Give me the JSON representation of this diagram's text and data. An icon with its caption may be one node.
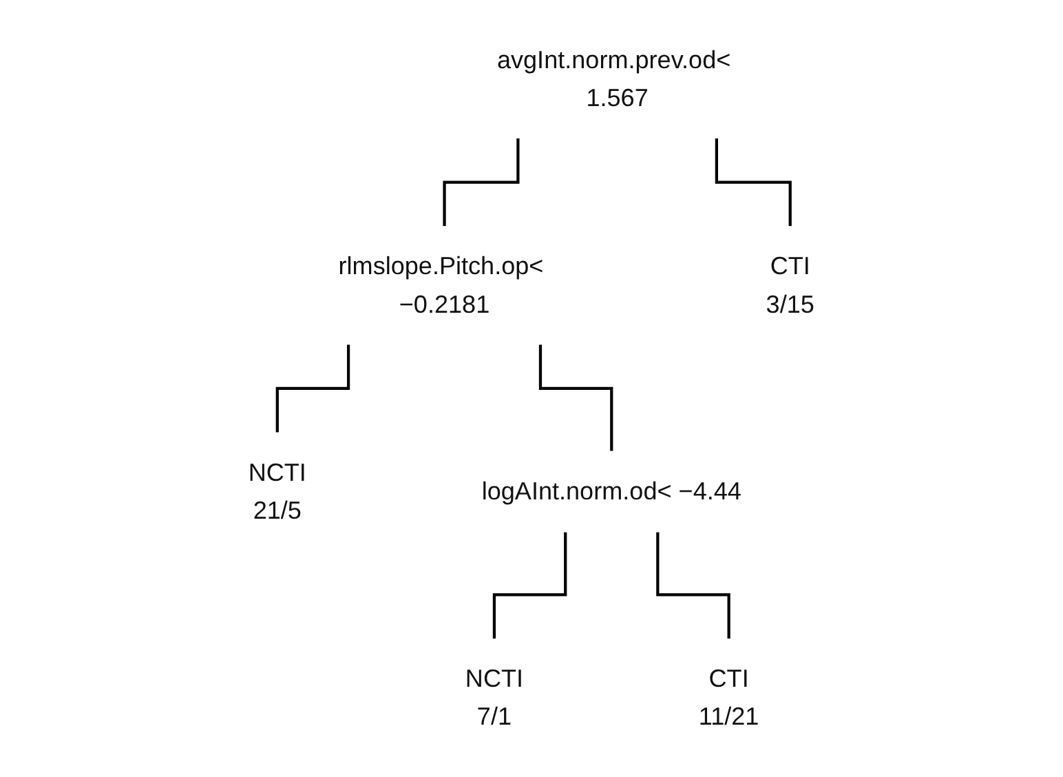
{
  "diagram": {
    "nodes": [
      {
        "text": [
          "avgInt.norm.prev.od< 1.567"
        ]
      },
      {
        "text": [
          "rlmslope.Pitch.op< −0.2181"
        ]
      },
      {
        "text": [
          "CTI",
          "3/15"
        ]
      },
      {
        "text": [
          "NCTI",
          "21/5"
        ]
      },
      {
        "text": [
          "logAInt.norm.od< −4.44"
        ]
      },
      {
        "text": [
          "NCTI",
          "7/1"
        ]
      },
      {
        "text": [
          "CTI",
          "11/21"
        ]
      }
    ],
    "edges": [
      {
        "from": 0,
        "to": 1,
        "arrow": "none"
      },
      {
        "from": 0,
        "to": 2,
        "arrow": "none"
      },
      {
        "from": 1,
        "to": 3,
        "arrow": "none"
      },
      {
        "from": 1,
        "to": 4,
        "arrow": "none"
      },
      {
        "from": 4,
        "to": 5,
        "arrow": "none"
      },
      {
        "from": 4,
        "to": 6,
        "arrow": "none"
      }
    ]
  }
}
